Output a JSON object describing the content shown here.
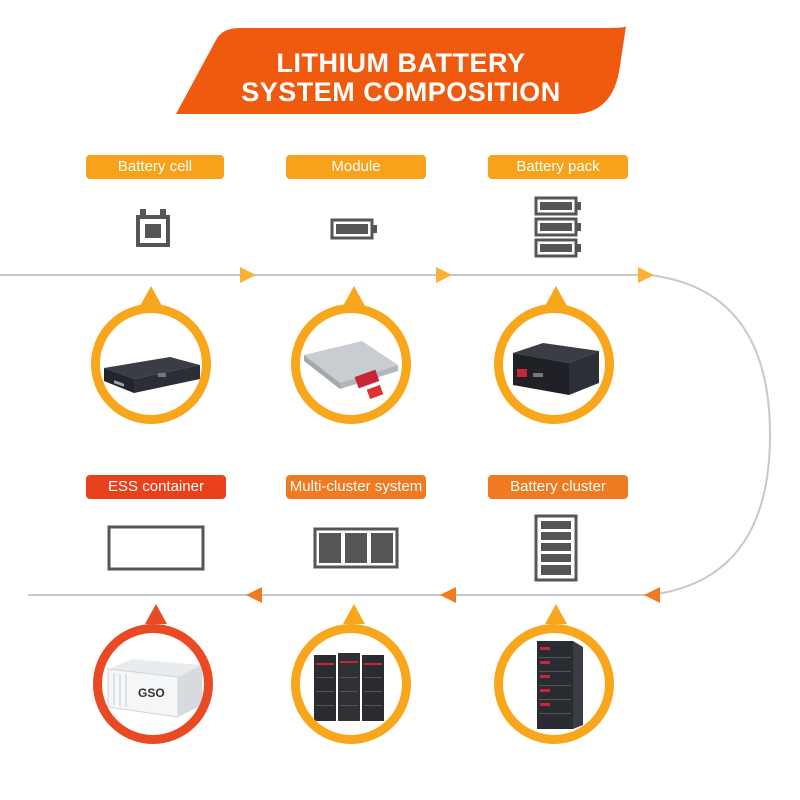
{
  "title": {
    "line1": "LITHIUM BATTERY",
    "line2": "SYSTEM COMPOSITION"
  },
  "stages": [
    {
      "id": "battery-cell",
      "label": "Battery cell",
      "icon": "battery-cell-icon",
      "photo": "rack-mount-battery-photo"
    },
    {
      "id": "module",
      "label": "Module",
      "icon": "battery-module-icon",
      "photo": "battery-module-photo"
    },
    {
      "id": "battery-pack",
      "label": "Battery pack",
      "icon": "battery-pack-icon",
      "photo": "battery-pack-photo"
    },
    {
      "id": "battery-cluster",
      "label": "Battery cluster",
      "icon": "battery-cluster-icon",
      "photo": "battery-cluster-photo"
    },
    {
      "id": "multi-cluster",
      "label": "Multi-cluster system",
      "icon": "multi-cluster-icon",
      "photo": "multi-cluster-photo"
    },
    {
      "id": "ess-container",
      "label": "ESS container",
      "icon": "ess-container-icon",
      "photo": "ess-container-photo"
    }
  ],
  "container_logo": "GSO",
  "colors": {
    "banner": "#ef5a0f",
    "label_top": "#f7a21a",
    "label_bottom": "#f07a1f",
    "label_ess": "#e8401a",
    "ring": "#f8a61c",
    "ring_ess": "#ea4a23",
    "flow_line": "#c9c9c9",
    "arrow_top": "#f9b233",
    "arrow_bottom": "#f07a1f",
    "icon": "#555555"
  }
}
